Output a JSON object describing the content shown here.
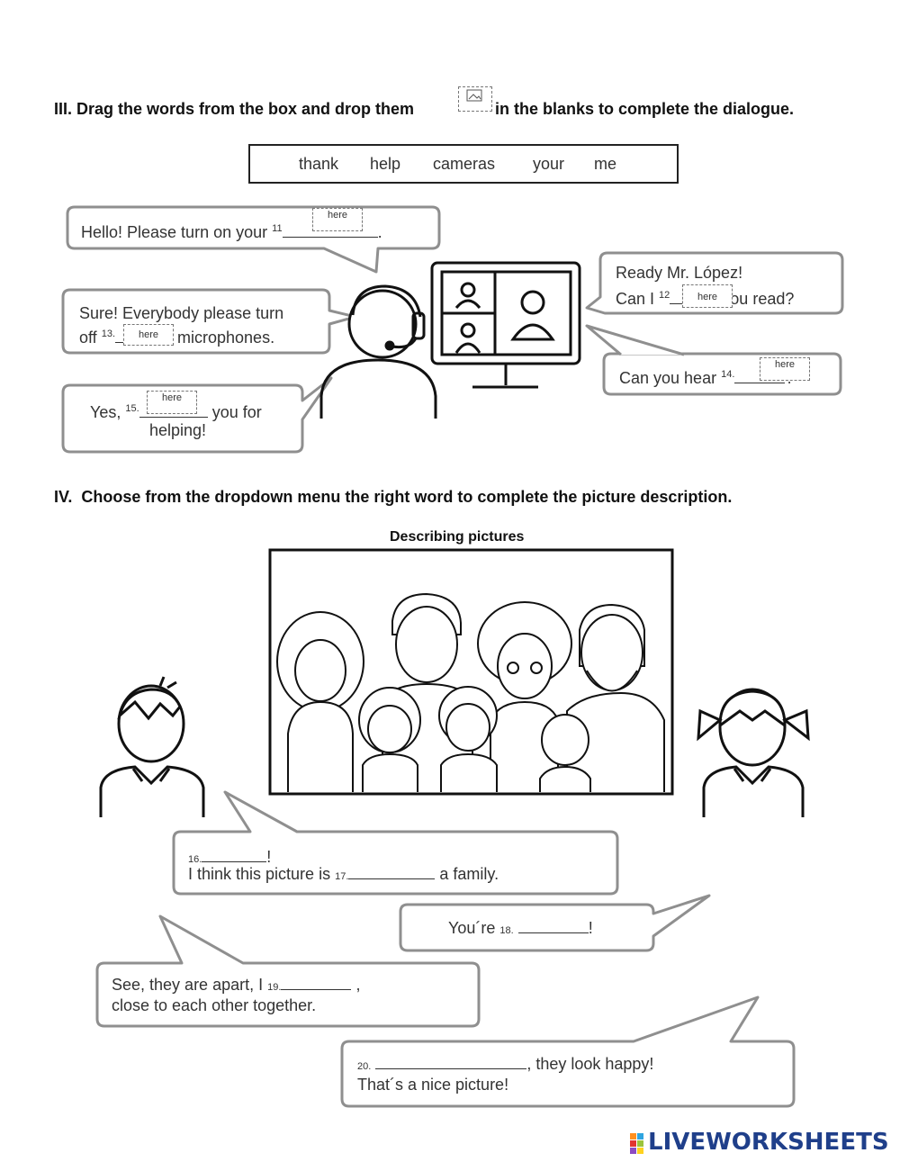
{
  "section3": {
    "number": "III.",
    "instruction_part1": "Drag the words from the box and drop them",
    "instruction_part2": "in the blanks to complete the dialogue.",
    "word_bank": [
      "thank",
      "help",
      "cameras",
      "your",
      "me"
    ],
    "dropzone_label": "here",
    "bubbles": {
      "b11": {
        "text": "Hello! Please turn on your",
        "num": "11",
        "after": "."
      },
      "b13": {
        "line1": "Sure! Everybody please turn",
        "line2_pre": "off",
        "num": "13.",
        "line2_post": "microphones."
      },
      "b15": {
        "pre": "Yes,",
        "num": "15.",
        "post": "you for",
        "line2": "helping!"
      },
      "b12": {
        "line1": "Ready Mr. López!",
        "line2_pre": "Can I",
        "num": "12",
        "line2_post": "you read?"
      },
      "b14": {
        "pre": "Can you hear",
        "num": "14.",
        "post": "?"
      }
    }
  },
  "section4": {
    "number": "IV.",
    "instruction": "Choose from the dropdown menu the right word to complete the picture description.",
    "picture_caption": "Describing pictures",
    "bubbles": {
      "b16": {
        "num": "16.",
        "after": "!",
        "line2_pre": "I think this picture is",
        "num2": "17.",
        "line2_post": "a family."
      },
      "b18": {
        "pre": "You´re",
        "num": "18.",
        "post": "!"
      },
      "b19": {
        "pre": "See, they are apart, I",
        "num": "19.",
        "post": ",",
        "line2": "close to each other together."
      },
      "b20": {
        "num": "20.",
        "post": ", they look happy!",
        "line2": "That´s a nice picture!"
      }
    }
  },
  "brand": "LIVEWORKSHEETS",
  "colors": {
    "bubble_border": "#8f8f8f",
    "text": "#333333",
    "brand_blue": "#1f3f8a"
  }
}
